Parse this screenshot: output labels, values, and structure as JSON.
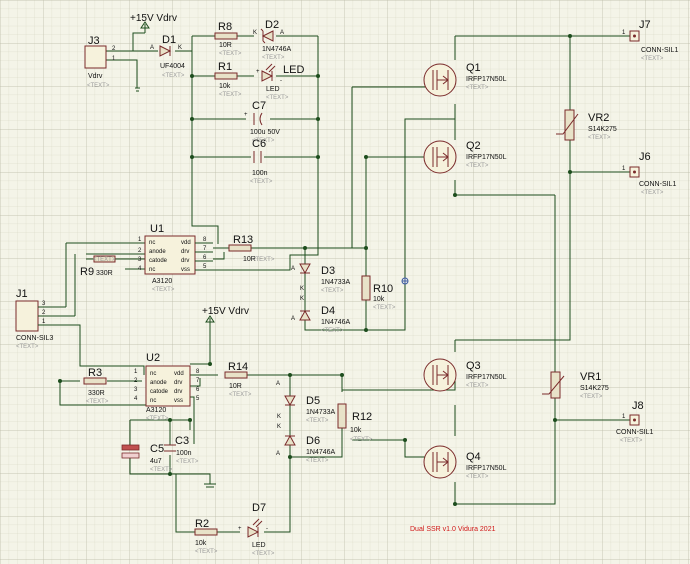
{
  "title": "Dual SSR v1.0 Vidura 2021",
  "text_placeholder": "<TEXT>",
  "power": [
    {
      "id": "vdrv_top",
      "label": "+15V Vdrv"
    },
    {
      "id": "vdrv_mid",
      "label": "+15V Vdrv"
    }
  ],
  "connectors": {
    "J3": {
      "ref": "J3",
      "net": "Vdrv",
      "pins": [
        "2",
        "1"
      ]
    },
    "J1": {
      "ref": "J1",
      "value": "CONN-SIL3",
      "pins": [
        "3",
        "2",
        "1"
      ]
    },
    "J7": {
      "ref": "J7",
      "value": "CONN-SIL1",
      "pin": "1"
    },
    "J6": {
      "ref": "J6",
      "value": "CONN-SIL1",
      "pin": "1"
    },
    "J8": {
      "ref": "J8",
      "value": "CONN-SIL1",
      "pin": "1"
    }
  },
  "components": {
    "D1": {
      "ref": "D1",
      "value": "UF4004",
      "a": "A",
      "k": "K"
    },
    "R8": {
      "ref": "R8",
      "value": "10R"
    },
    "D2": {
      "ref": "D2",
      "value": "1N4746A",
      "k": "K",
      "a": "A"
    },
    "R1": {
      "ref": "R1",
      "value": "10k"
    },
    "LED": {
      "ref": "LED",
      "value": "LED"
    },
    "C7": {
      "ref": "C7",
      "value": "100u 50V"
    },
    "C6": {
      "ref": "C6",
      "value": "100n"
    },
    "R13": {
      "ref": "R13",
      "value": "10R"
    },
    "R9": {
      "ref": "R9",
      "value": "330R"
    },
    "D3": {
      "ref": "D3",
      "value": "1N4733A"
    },
    "D4": {
      "ref": "D4",
      "value": "1N4746A"
    },
    "R10": {
      "ref": "R10",
      "value": "10k"
    },
    "R3": {
      "ref": "R3",
      "value": "330R"
    },
    "R14": {
      "ref": "R14",
      "value": "10R"
    },
    "D5": {
      "ref": "D5",
      "value": "1N4733A"
    },
    "D6": {
      "ref": "D6",
      "value": "1N4746A"
    },
    "R12": {
      "ref": "R12",
      "value": "10k"
    },
    "C5": {
      "ref": "C5",
      "value": "4u7"
    },
    "C3": {
      "ref": "C3",
      "value": "100n"
    },
    "R2": {
      "ref": "R2",
      "value": "10k"
    },
    "D7": {
      "ref": "D7",
      "value": "LED"
    },
    "Q1": {
      "ref": "Q1",
      "value": "IRFP17N50L"
    },
    "Q2": {
      "ref": "Q2",
      "value": "IRFP17N50L"
    },
    "Q3": {
      "ref": "Q3",
      "value": "IRFP17N50L"
    },
    "Q4": {
      "ref": "Q4",
      "value": "IRFP17N50L"
    },
    "VR2": {
      "ref": "VR2",
      "value": "S14K275"
    },
    "VR1": {
      "ref": "VR1",
      "value": "S14K275"
    }
  },
  "ics": {
    "U1": {
      "ref": "U1",
      "value": "A3120",
      "left": [
        "nc",
        "anode",
        "catode",
        "nc"
      ],
      "right": [
        "vdd",
        "drv",
        "drv",
        "vss"
      ],
      "left_pins": [
        "1",
        "2",
        "3",
        "4"
      ],
      "right_pins": [
        "8",
        "7",
        "6",
        "5"
      ]
    },
    "U2": {
      "ref": "U2",
      "value": "A3120",
      "left": [
        "nc",
        "anode",
        "catode",
        "nc"
      ],
      "right": [
        "vdd",
        "drv",
        "drv",
        "vss"
      ],
      "left_pins": [
        "1",
        "2",
        "3",
        "4"
      ],
      "right_pins": [
        "8",
        "7",
        "6",
        "5"
      ]
    }
  },
  "pin_marks": {
    "anode": "A",
    "cathode": "K",
    "plus": "+",
    "minus": "-"
  }
}
